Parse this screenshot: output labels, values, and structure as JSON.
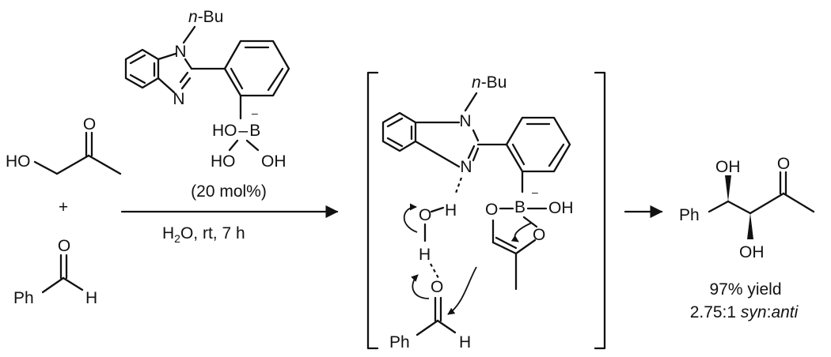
{
  "reactant_1": {
    "label_HO": "HO",
    "label_O": "O"
  },
  "plus": "+",
  "reactant_2": {
    "label_Ph": "Ph",
    "label_O": "O",
    "label_H": "H"
  },
  "catalyst": {
    "substituent_prefix": "n",
    "substituent_suffix": "-Bu",
    "atom_N1": "N",
    "atom_N3": "N",
    "boron_hydroxyls": "HO",
    "boron": "B",
    "boron_charge": "–",
    "hydroxyl_left": "HO",
    "hydroxyl_right": "OH"
  },
  "conditions": {
    "loading": "(20 mol%)",
    "solvent_part1": "H",
    "solvent_sub": "2",
    "solvent_part2": "O, rt, 7 h"
  },
  "transition_state": {
    "substituent_prefix": "n",
    "substituent_suffix": "-Bu",
    "atom_N1": "N",
    "atom_N3": "N",
    "hbond_H": "H",
    "water_O": "O",
    "water_H": "H",
    "enolate_O": "O",
    "boron": "B",
    "boron_charge": "–",
    "boron_OH": "OH",
    "ring_O": "O",
    "aldehyde_O": "O",
    "aldehyde_Ph": "Ph",
    "aldehyde_H": "H"
  },
  "product": {
    "label_OH_top": "OH",
    "label_O": "O",
    "label_Ph": "Ph",
    "label_OH_bottom": "OH",
    "yield": "97% yield",
    "ratio": "2.75:1 ",
    "ratio_syn": "syn",
    "ratio_colon": ":",
    "ratio_anti": "anti"
  }
}
